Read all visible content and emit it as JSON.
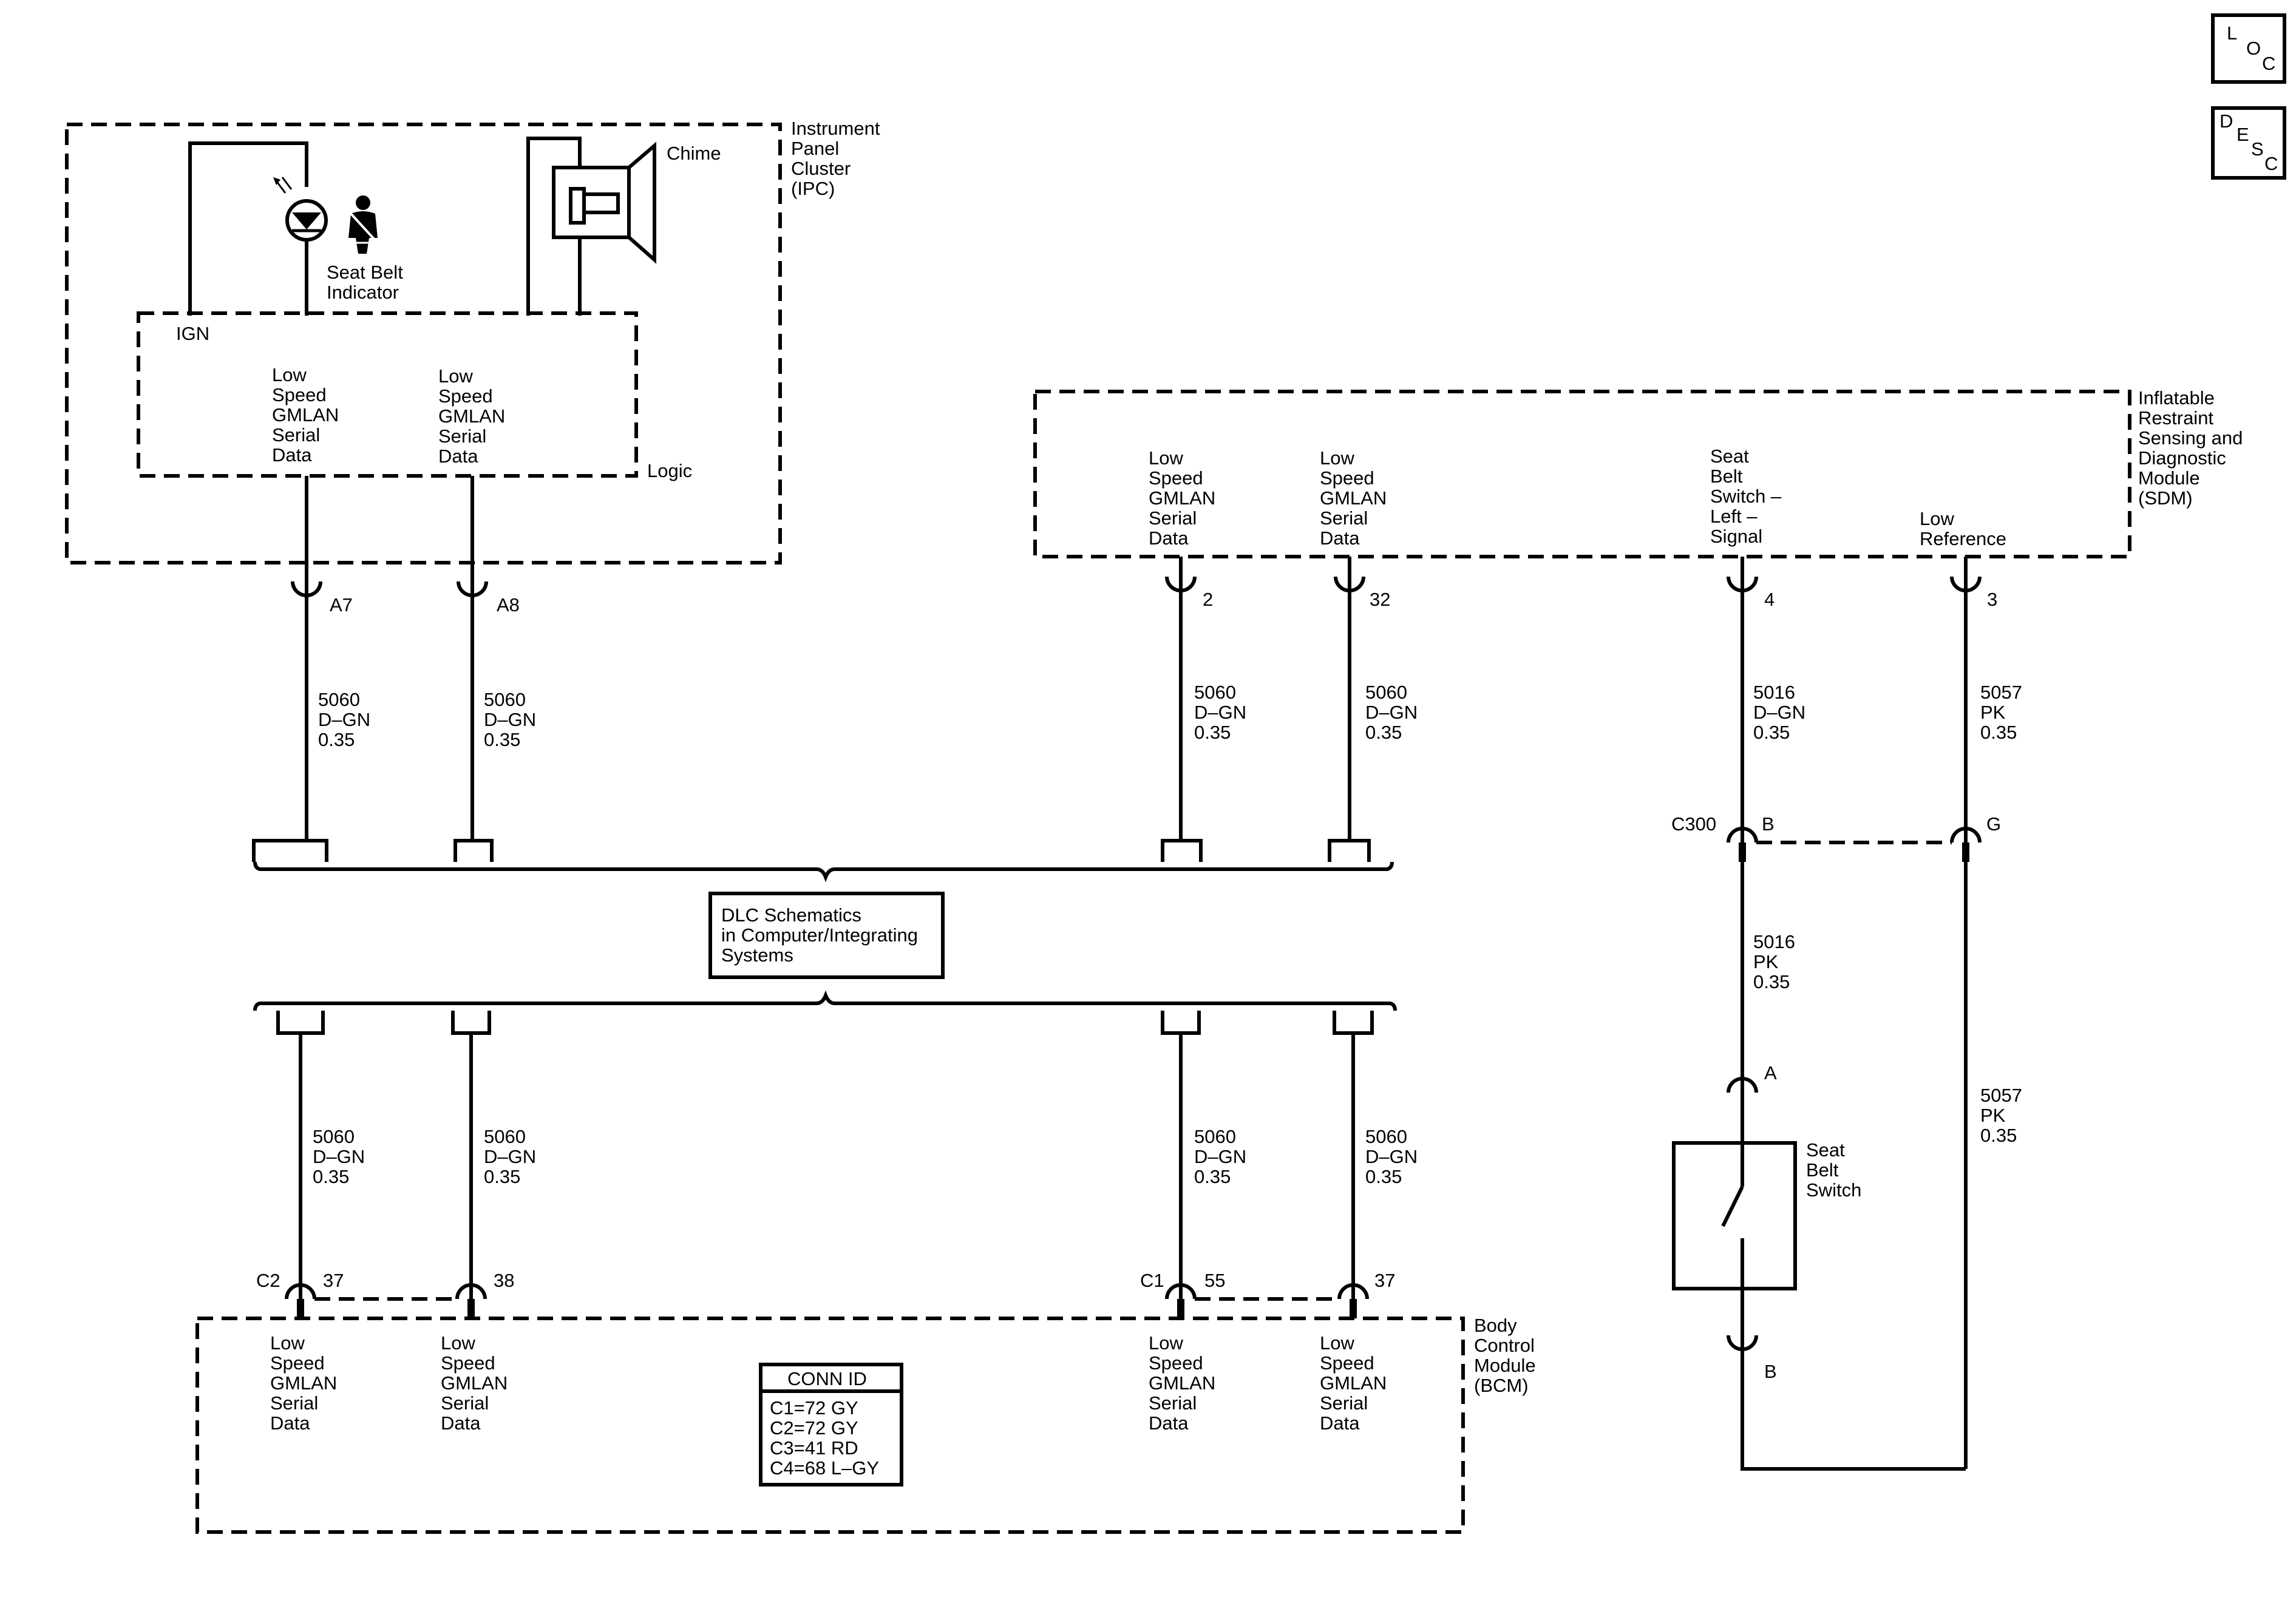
{
  "buttons": {
    "loc": [
      "L",
      "O",
      "C"
    ],
    "desc": [
      "D",
      "E",
      "S",
      "C"
    ]
  },
  "ipc": {
    "title": [
      "Instrument",
      "Panel",
      "Cluster",
      "(IPC)"
    ],
    "chime": "Chime",
    "indicator": [
      "Seat Belt",
      "Indicator"
    ],
    "ign": "IGN",
    "logic": "Logic",
    "data1": [
      "Low",
      "Speed",
      "GMLAN",
      "Serial",
      "Data"
    ],
    "data2": [
      "Low",
      "Speed",
      "GMLAN",
      "Serial",
      "Data"
    ],
    "pins": [
      "A7",
      "A8"
    ]
  },
  "sdm": {
    "title": [
      "Inflatable",
      "Restraint",
      "Sensing and",
      "Diagnostic",
      "Module",
      "(SDM)"
    ],
    "data1": [
      "Low",
      "Speed",
      "GMLAN",
      "Serial",
      "Data"
    ],
    "data2": [
      "Low",
      "Speed",
      "GMLAN",
      "Serial",
      "Data"
    ],
    "seatbelt": [
      "Seat",
      "Belt",
      "Switch –",
      "Left –",
      "Signal"
    ],
    "lowref": [
      "Low",
      "Reference"
    ],
    "pins": [
      "2",
      "32",
      "4",
      "3"
    ]
  },
  "wires": {
    "dgn": [
      "5060",
      "D–GN",
      "0.35"
    ],
    "w5016dgn": [
      "5016",
      "D–GN",
      "0.35"
    ],
    "w5057pk": [
      "5057",
      "PK",
      "0.35"
    ],
    "w5016pk": [
      "5016",
      "PK",
      "0.35"
    ]
  },
  "c300": {
    "label": "C300",
    "pin_b": "B",
    "pin_g": "G"
  },
  "dlc": {
    "lines": [
      "DLC Schematics",
      "in Computer/Integrating",
      "Systems"
    ]
  },
  "seat_switch": {
    "label": [
      "Seat",
      "Belt",
      "Switch"
    ],
    "pin_a": "A",
    "pin_b": "B"
  },
  "bcm": {
    "title": [
      "Body",
      "Control",
      "Module",
      "(BCM)"
    ],
    "c2": "C2",
    "c1": "C1",
    "pins": [
      "37",
      "38",
      "55",
      "37"
    ],
    "data": [
      "Low",
      "Speed",
      "GMLAN",
      "Serial",
      "Data"
    ],
    "conn_title": "CONN ID",
    "conn": [
      "C1=72 GY",
      "C2=72 GY",
      "C3=41 RD",
      "C4=68 L–GY"
    ]
  }
}
